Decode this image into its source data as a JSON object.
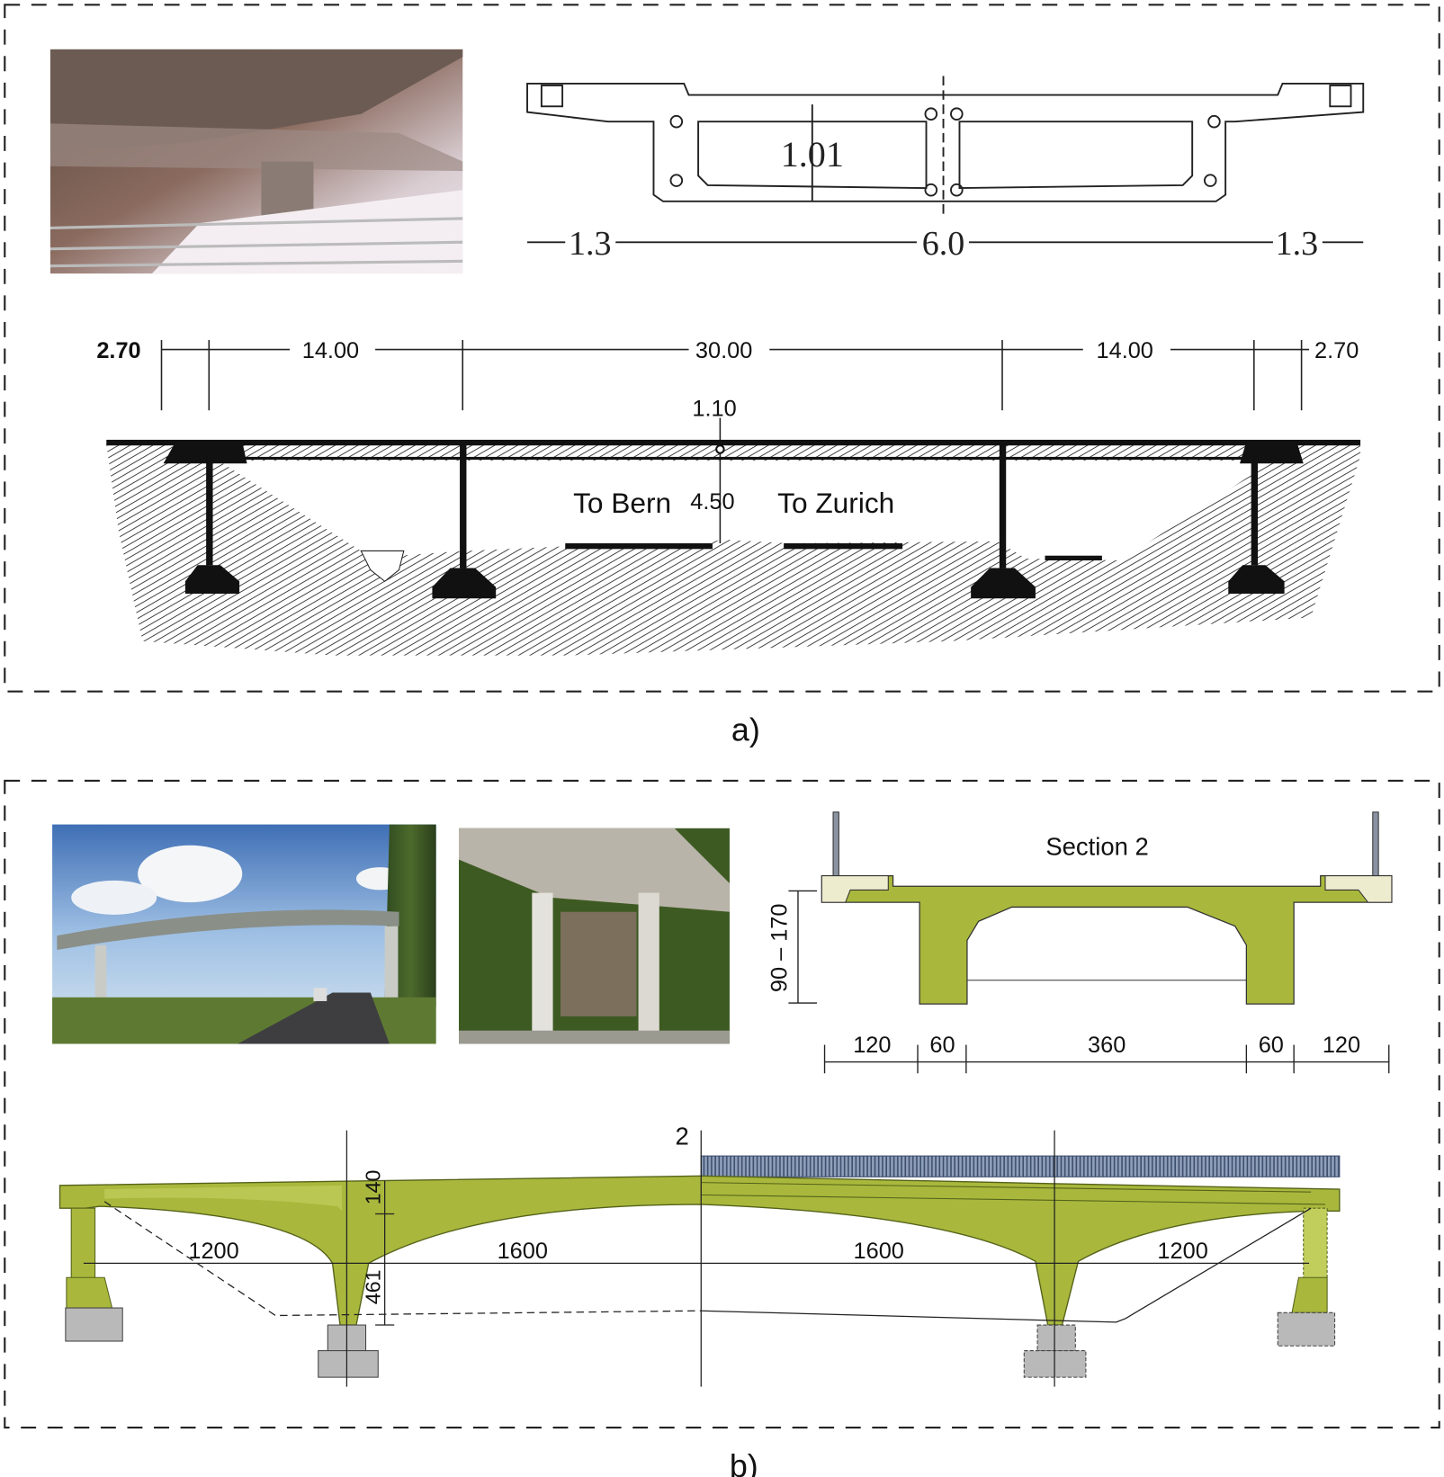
{
  "panel_a": {
    "caption": "a)",
    "photo": "bridge-underside-photo",
    "cross_section": {
      "height_dim": "1.01",
      "widths": [
        "1.3",
        "6.0",
        "1.3"
      ]
    },
    "elevation": {
      "spans": [
        "2.70",
        "14.00",
        "30.00",
        "14.00",
        "2.70"
      ],
      "deck_depth": "1.10",
      "clearance": "4.50",
      "direction_left": "To Bern",
      "direction_right": "To Zurich"
    }
  },
  "panel_b": {
    "caption": "b)",
    "photos": [
      "overpass-road-photo",
      "pier-underside-photo"
    ],
    "section": {
      "title": "Section 2",
      "depth_dim": "90 – 170",
      "widths": [
        "120",
        "60",
        "360",
        "60",
        "120"
      ]
    },
    "elevation": {
      "section_mark": "2",
      "spans": [
        "1200",
        "1600",
        "1600",
        "1200"
      ],
      "deck_depth": "140",
      "pier_height": "461"
    },
    "colors": {
      "concrete": "#a4b43a",
      "concrete_dark": "#7f8e22",
      "foundation": "#b9b9b9",
      "railing": "#5d6f8e"
    }
  }
}
